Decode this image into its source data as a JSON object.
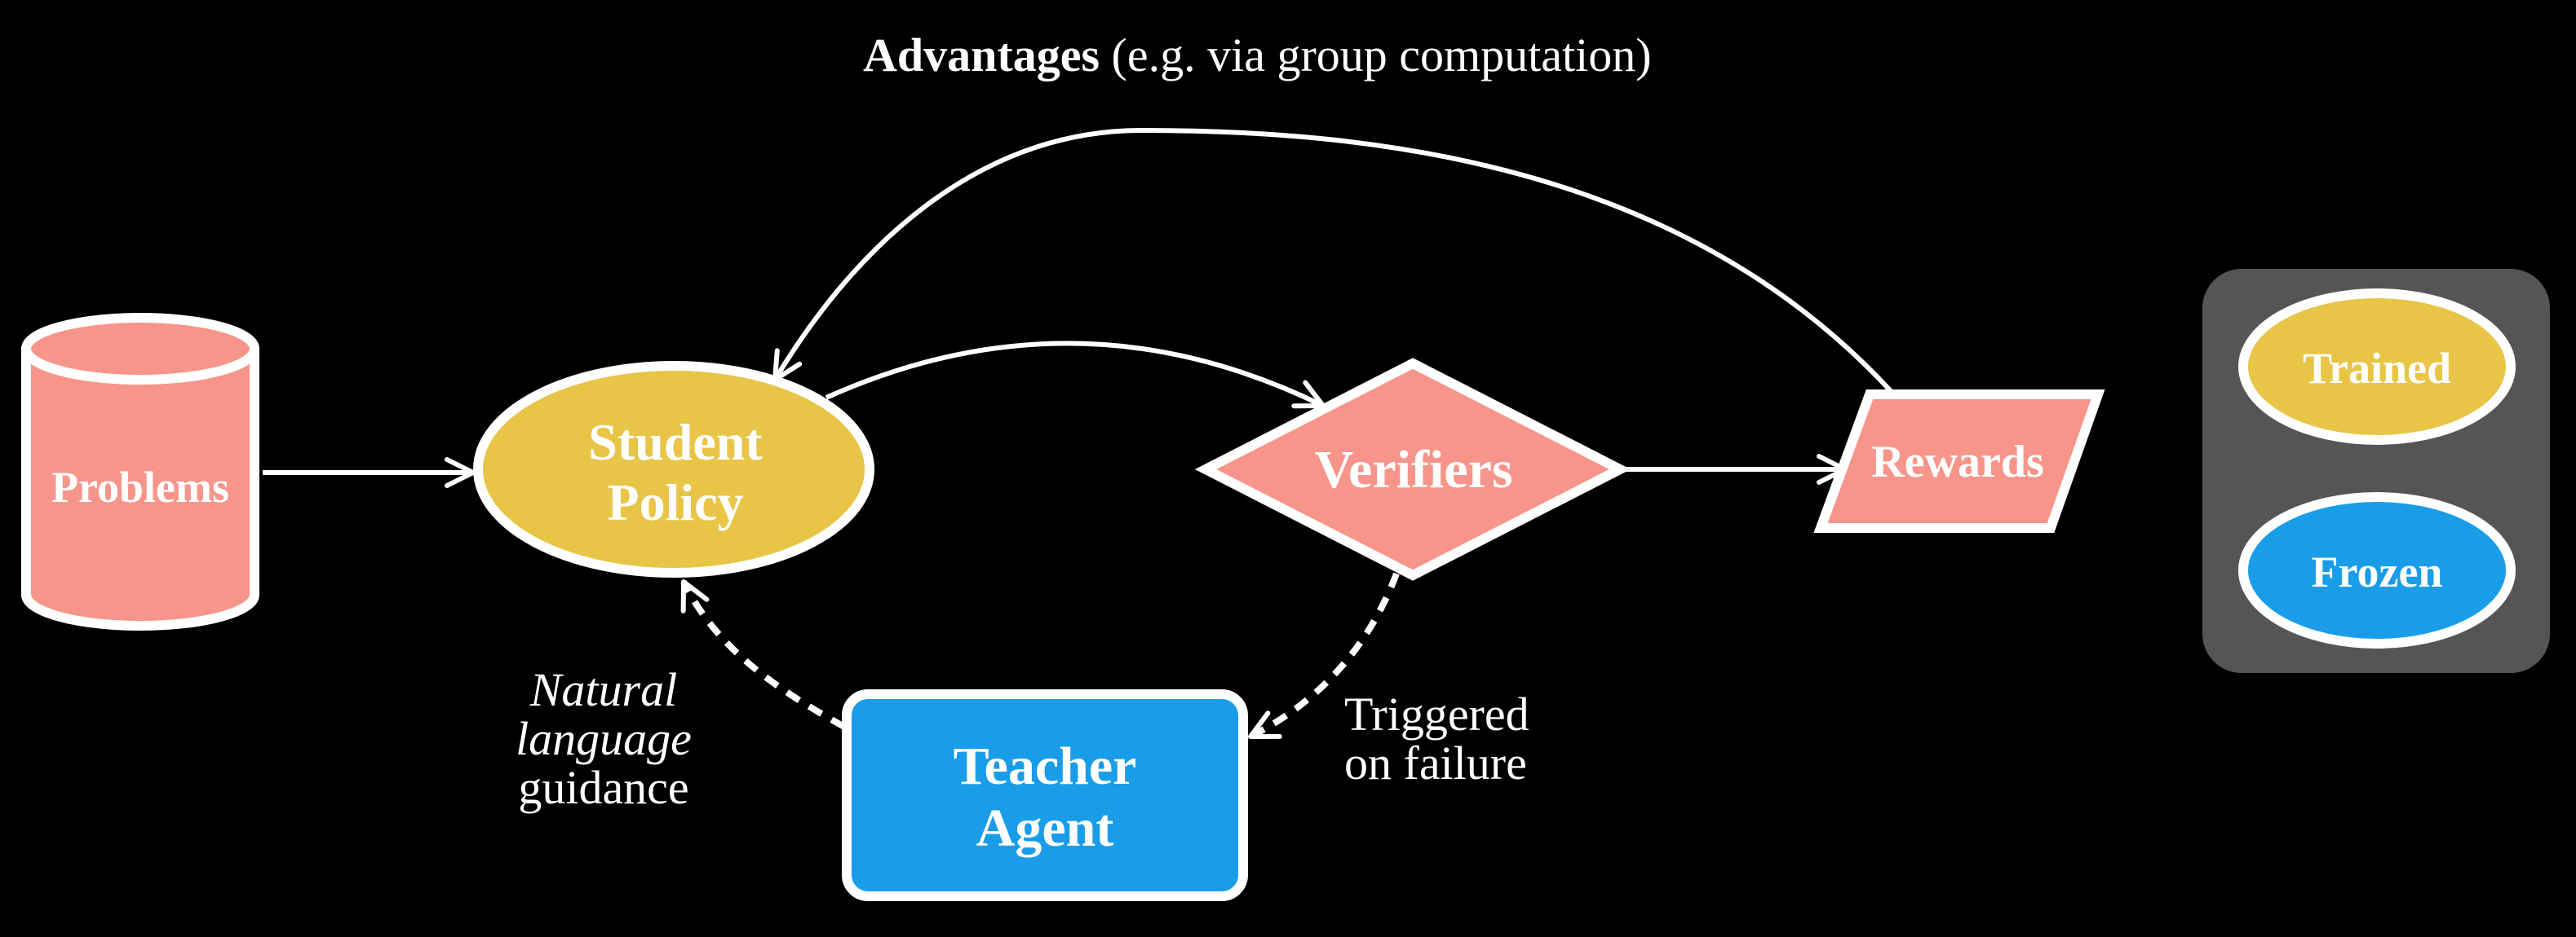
{
  "title": {
    "bold": "Advantages",
    "rest": " (e.g. via group computation)"
  },
  "nodes": {
    "problems": "Problems",
    "student_line1": "Student",
    "student_line2": "Policy",
    "verifiers": "Verifiers",
    "rewards": "Rewards",
    "teacher_line1": "Teacher",
    "teacher_line2": "Agent"
  },
  "annotations": {
    "guidance_line1": "Natural",
    "guidance_line2": "language",
    "guidance_line3": "guidance",
    "trigger_line1": "Triggered",
    "trigger_line2": "on failure"
  },
  "legend": {
    "trained": "Trained",
    "frozen": "Frozen"
  },
  "colors": {
    "trained": "#E8C547",
    "frozen": "#1A9DE8",
    "data": "#F7958A",
    "legend_bg": "#555555"
  }
}
